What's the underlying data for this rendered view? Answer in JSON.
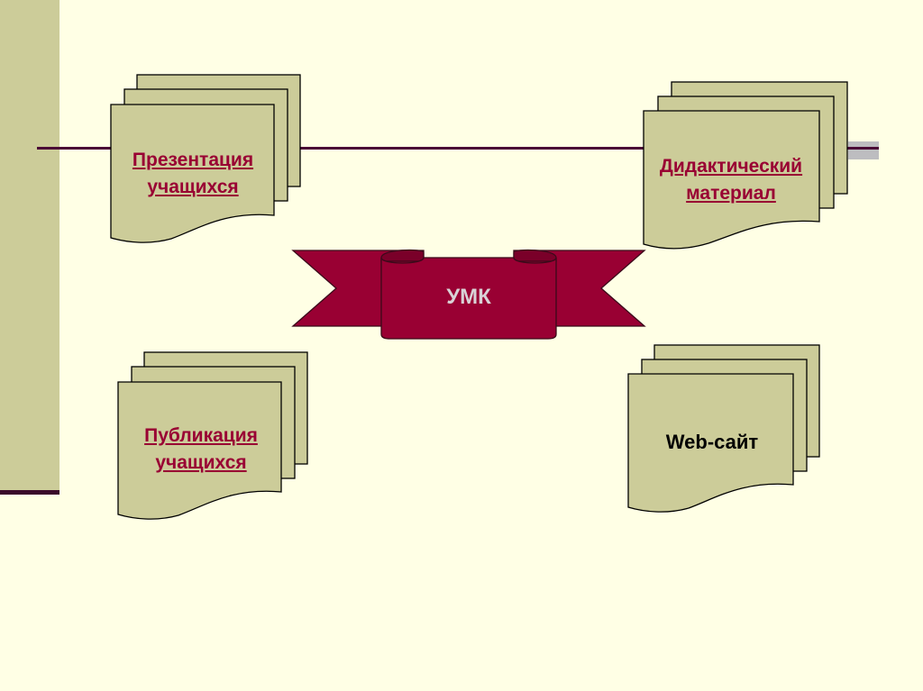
{
  "slide": {
    "background_color": "#FFFFE5",
    "accent_color": "#990033",
    "card_color": "#CCCC99"
  },
  "center": {
    "label": "УМК"
  },
  "nodes": [
    {
      "label_line1": "Презентация",
      "label_line2": "учащихся",
      "style": "link"
    },
    {
      "label_line1": "Дидактический",
      "label_line2": "материал",
      "style": "link"
    },
    {
      "label_line1": "Публикация",
      "label_line2": "учащихся",
      "style": "link"
    },
    {
      "label_line1": "Web-сайт",
      "label_line2": "",
      "style": "plain"
    }
  ]
}
